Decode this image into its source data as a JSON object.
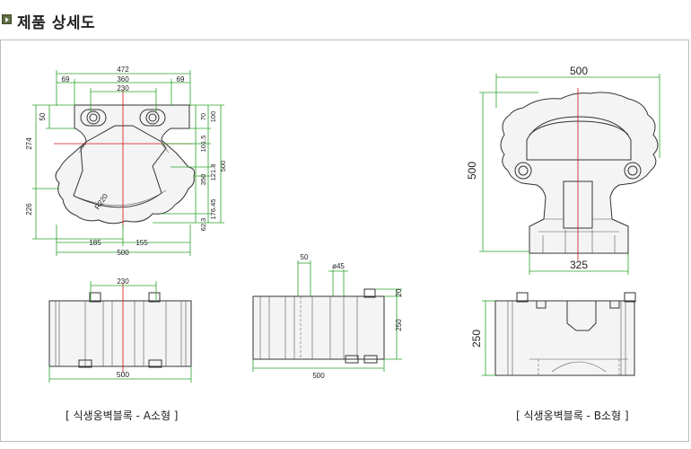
{
  "header": {
    "title": "제품 상세도"
  },
  "captions": {
    "a": "[ 식생옹벽블록 - A소형 ]",
    "b": "[ 식생옹벽블록 - B소형 ]"
  },
  "dims_a_top": {
    "w472": "472",
    "w69l": "69",
    "w360": "360",
    "w69r": "69",
    "w230": "230",
    "h50": "50",
    "h274": "274",
    "h226": "226",
    "r220": "R220",
    "w185": "185",
    "w155": "155",
    "w500": "500",
    "r70": "70",
    "r100": "100",
    "r1015": "101.5",
    "r350": "350",
    "r1218": "121.8",
    "r500": "500",
    "r623": "62.3",
    "r17645": "176.45"
  },
  "dims_a_front": {
    "w230": "230",
    "w500": "500"
  },
  "dims_side": {
    "d50": "50",
    "d45": "ø45",
    "h20": "20",
    "h250": "250",
    "w500": "500"
  },
  "dims_b_top": {
    "w500": "500",
    "h500": "500",
    "w325": "325"
  },
  "dims_b_front": {
    "h250": "250"
  },
  "colors": {
    "dimension": "#2aa12a",
    "centerline": "#d21414",
    "outline": "#333333"
  }
}
